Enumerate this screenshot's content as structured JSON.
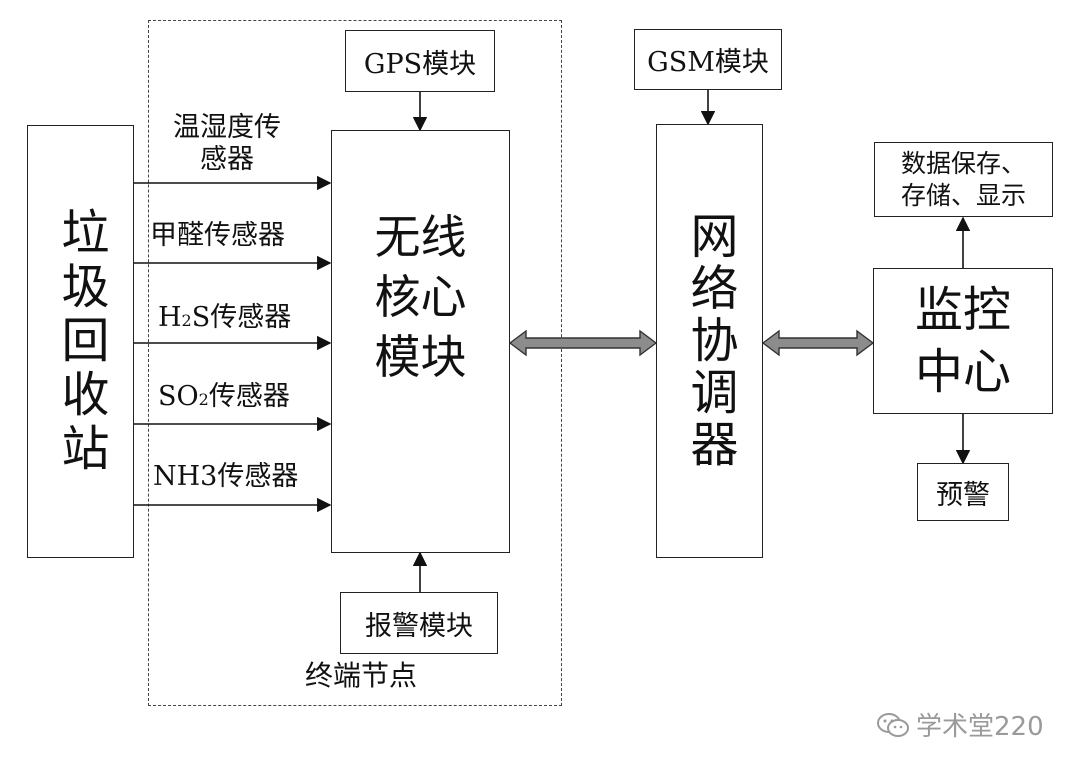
{
  "station": "垃圾回收站",
  "core": "无线核心模块",
  "gps": "GPS模块",
  "alarm": "报警模块",
  "terminal": "终端节点",
  "gsm": "GSM模块",
  "coordinator": "网络协调器",
  "monitor": "监控中心",
  "storage": {
    "line1": "数据保存、",
    "line2": "存储、显示"
  },
  "warning": "预警",
  "sensors": {
    "temp": {
      "line1": "温湿度传",
      "line2": "感器"
    },
    "formaldehyde": "甲醛传感器",
    "h2s": {
      "prefix": "H",
      "sub": "2",
      "suffix": "S传感器"
    },
    "so2": {
      "prefix": "SO",
      "sub": "2",
      "suffix": "传感器"
    },
    "nh3": "NH3传感器"
  },
  "watermark": "学术堂220"
}
